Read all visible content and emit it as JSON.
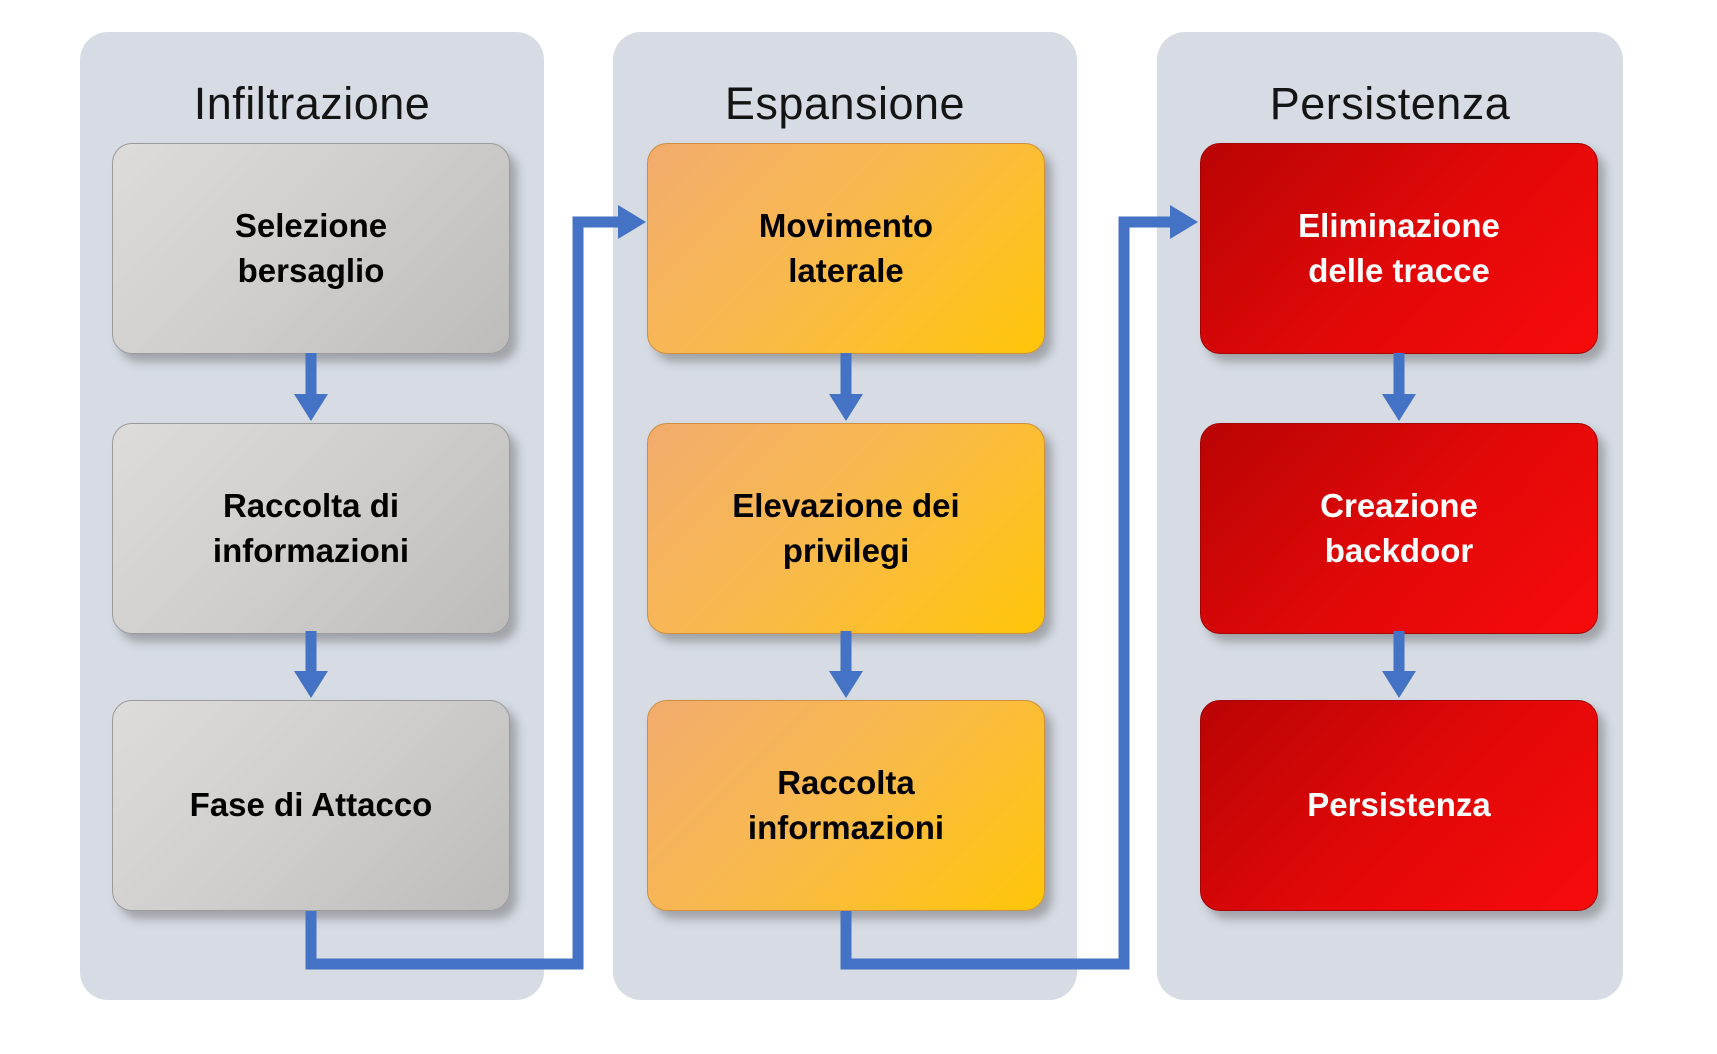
{
  "diagram": {
    "title_implicit": "Fasi di un attacco informatico",
    "columns": [
      {
        "title": "Infiltrazione",
        "theme": "gray",
        "nodes": [
          {
            "label": "Selezione bersaglio"
          },
          {
            "label": "Raccolta di informazioni"
          },
          {
            "label": "Fase di Attacco"
          }
        ]
      },
      {
        "title": "Espansione",
        "theme": "orange",
        "nodes": [
          {
            "label": "Movimento laterale"
          },
          {
            "label": "Elevazione dei privilegi"
          },
          {
            "label": "Raccolta informazioni"
          }
        ]
      },
      {
        "title": "Persistenza",
        "theme": "red",
        "nodes": [
          {
            "label": "Eliminazione delle tracce"
          },
          {
            "label": "Creazione backdoor"
          },
          {
            "label": "Persistenza"
          }
        ]
      }
    ],
    "flow": [
      "Selezione bersaglio -> Raccolta di informazioni -> Fase di Attacco -> Movimento laterale -> Elevazione dei privilegi -> Raccolta informazioni -> Eliminazione delle tracce -> Creazione backdoor -> Persistenza"
    ],
    "colors": {
      "background": "#ffffff",
      "panel_background": "#d6dbe4",
      "arrow_blue": "#4472c4",
      "gray_gradient_start": "#dddcda",
      "gray_gradient_end": "#bdbcba",
      "orange_gradient_start": "#f2ac6e",
      "orange_gradient_end": "#ffc608",
      "red_gradient_start": "#b90404",
      "red_gradient_end": "#f70b0b",
      "text_dark": "#000000",
      "text_light": "#ffffff"
    }
  }
}
